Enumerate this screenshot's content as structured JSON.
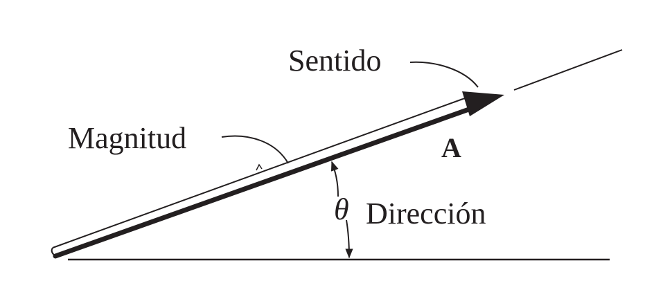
{
  "labels": {
    "sense": "Sentido",
    "magnitude": "Magnitud",
    "vector": "A",
    "angle": "θ",
    "direction": "Dirección"
  },
  "colors": {
    "ink": "#231f20",
    "background": "#ffffff"
  }
}
